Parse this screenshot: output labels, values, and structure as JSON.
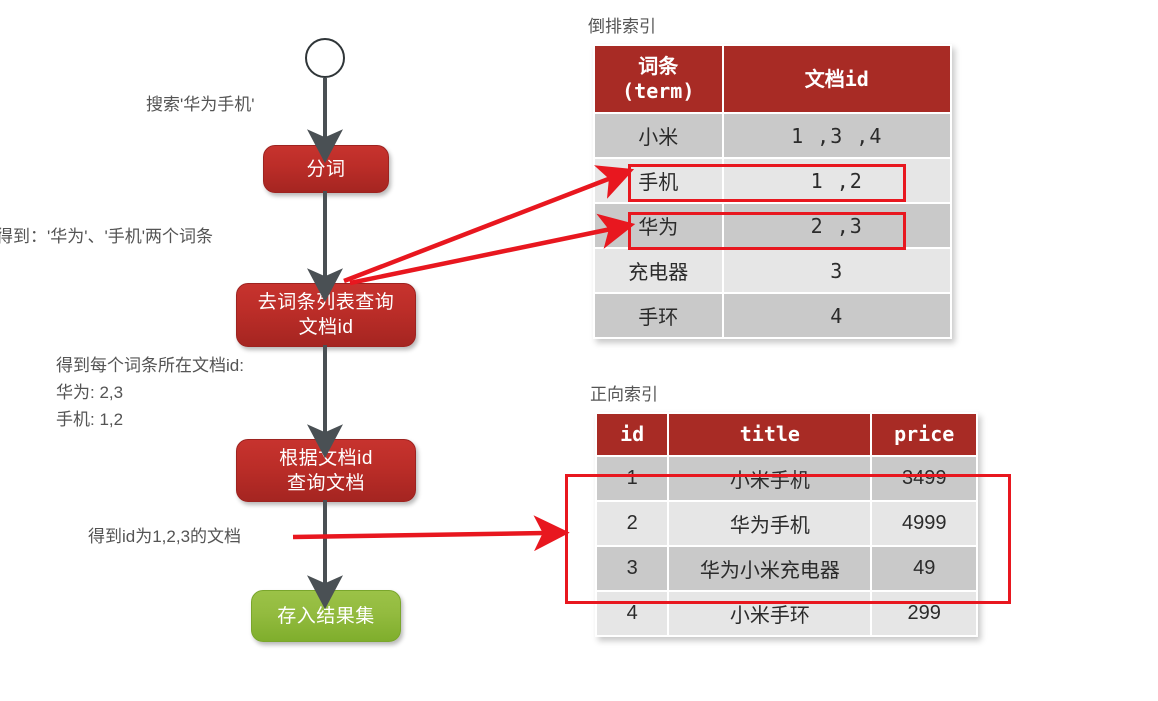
{
  "flow": {
    "start_node": "start-circle",
    "nodes": [
      {
        "id": "tokenize",
        "label": "分词"
      },
      {
        "id": "query-term-ids",
        "label": "去词条列表查询\n文档id"
      },
      {
        "id": "query-docs",
        "label": "根据文档id\n查询文档"
      },
      {
        "id": "store-result",
        "label": "存入结果集"
      }
    ],
    "annotations": [
      {
        "id": "search-query",
        "text": "搜索'华为手机'"
      },
      {
        "id": "tokens-result",
        "text": "得到：'华为'、'手机'两个词条"
      },
      {
        "id": "term-doc-ids",
        "text": "得到每个词条所在文档id:\n华为: 2,3\n手机: 1,2"
      },
      {
        "id": "doc-ids-result",
        "text": "得到id为1,2,3的文档"
      }
    ]
  },
  "inverted_index": {
    "caption": "倒排索引",
    "columns": [
      "词条\n(term)",
      "文档id"
    ],
    "rows": [
      {
        "term": "小米",
        "doc_ids": "1 ,3 ,4",
        "shade": "dark",
        "highlighted": false
      },
      {
        "term": "手机",
        "doc_ids": "1 ,2",
        "shade": "light",
        "highlighted": true
      },
      {
        "term": "华为",
        "doc_ids": "2 ,3",
        "shade": "dark",
        "highlighted": true
      },
      {
        "term": "充电器",
        "doc_ids": "3",
        "shade": "light",
        "highlighted": false
      },
      {
        "term": "手环",
        "doc_ids": "4",
        "shade": "dark",
        "highlighted": false
      }
    ]
  },
  "forward_index": {
    "caption": "正向索引",
    "columns": [
      "id",
      "title",
      "price"
    ],
    "rows": [
      {
        "id": "1",
        "title": "小米手机",
        "price": "3499",
        "shade": "dark",
        "highlighted": true
      },
      {
        "id": "2",
        "title": "华为手机",
        "price": "4999",
        "shade": "light",
        "highlighted": true
      },
      {
        "id": "3",
        "title": "华为小米充电器",
        "price": "49",
        "shade": "dark",
        "highlighted": true
      },
      {
        "id": "4",
        "title": "小米手环",
        "price": "299",
        "shade": "light",
        "highlighted": false
      }
    ]
  },
  "colors": {
    "node_red": "#b52d28",
    "node_green": "#93bb3f",
    "header_red": "#a82b25",
    "highlight_red": "#e8171f",
    "arrow_gray": "#4a5054",
    "row_dark": "#c9c9c9",
    "row_light": "#e6e6e6"
  }
}
